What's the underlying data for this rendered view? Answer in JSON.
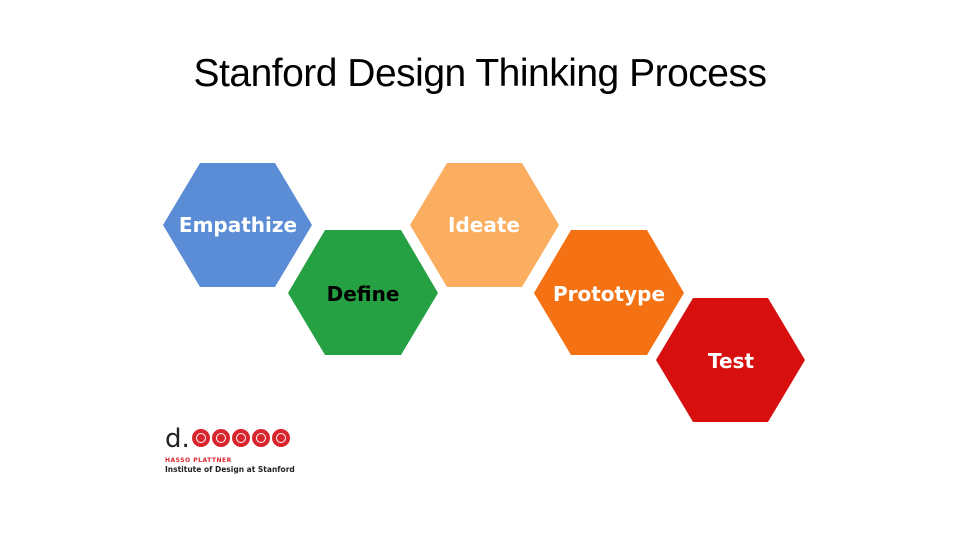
{
  "title": "Stanford Design Thinking Process",
  "stages": [
    {
      "label": "Empathize",
      "color": "#5b8dd6"
    },
    {
      "label": "Define",
      "color": "#25a042"
    },
    {
      "label": "Ideate",
      "color": "#fbae5f"
    },
    {
      "label": "Prototype",
      "color": "#f47213"
    },
    {
      "label": "Test",
      "color": "#d70f0f"
    }
  ],
  "logo": {
    "mark": "d.",
    "line1": "HASSO PLATTNER",
    "line2": "Institute of Design at Stanford",
    "brand_color": "#d9262e"
  }
}
